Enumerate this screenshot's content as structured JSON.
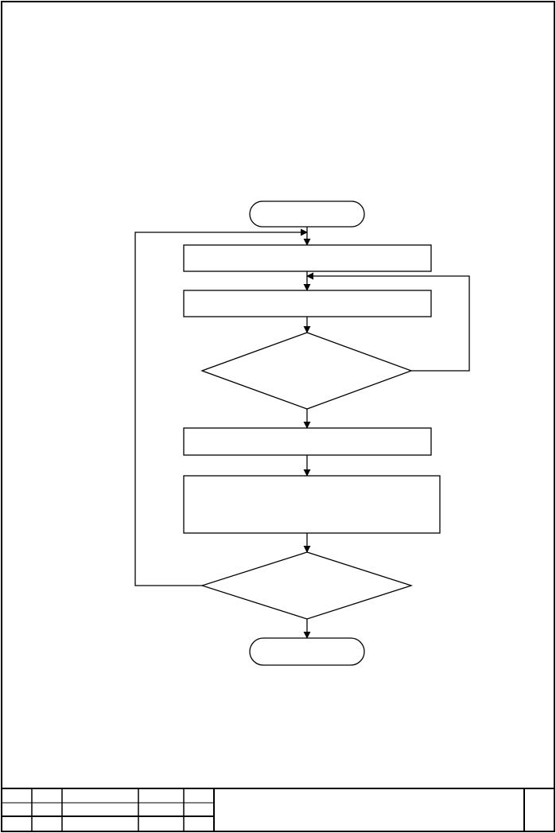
{
  "drawing": {
    "stroke_color": "#000000",
    "background_color": "#ffffff"
  },
  "flowchart": {
    "nodes": [
      {
        "id": "start",
        "shape": "terminator",
        "label": ""
      },
      {
        "id": "process-1",
        "shape": "process",
        "label": ""
      },
      {
        "id": "process-2",
        "shape": "process",
        "label": ""
      },
      {
        "id": "decision-1",
        "shape": "decision",
        "label": ""
      },
      {
        "id": "process-3",
        "shape": "process",
        "label": ""
      },
      {
        "id": "process-4",
        "shape": "process",
        "label": ""
      },
      {
        "id": "decision-2",
        "shape": "decision",
        "label": ""
      },
      {
        "id": "end",
        "shape": "terminator",
        "label": ""
      }
    ],
    "edges": [
      {
        "from": "start",
        "to": "process-1"
      },
      {
        "from": "process-1",
        "to": "process-2"
      },
      {
        "from": "process-2",
        "to": "decision-1"
      },
      {
        "from": "decision-1",
        "to": "process-2",
        "kind": "loop-back"
      },
      {
        "from": "decision-1",
        "to": "process-3"
      },
      {
        "from": "process-3",
        "to": "process-4"
      },
      {
        "from": "process-4",
        "to": "decision-2"
      },
      {
        "from": "decision-2",
        "to": "process-1",
        "kind": "loop-back"
      },
      {
        "from": "decision-2",
        "to": "end"
      }
    ]
  },
  "title_block": {
    "sheet_number": ""
  }
}
